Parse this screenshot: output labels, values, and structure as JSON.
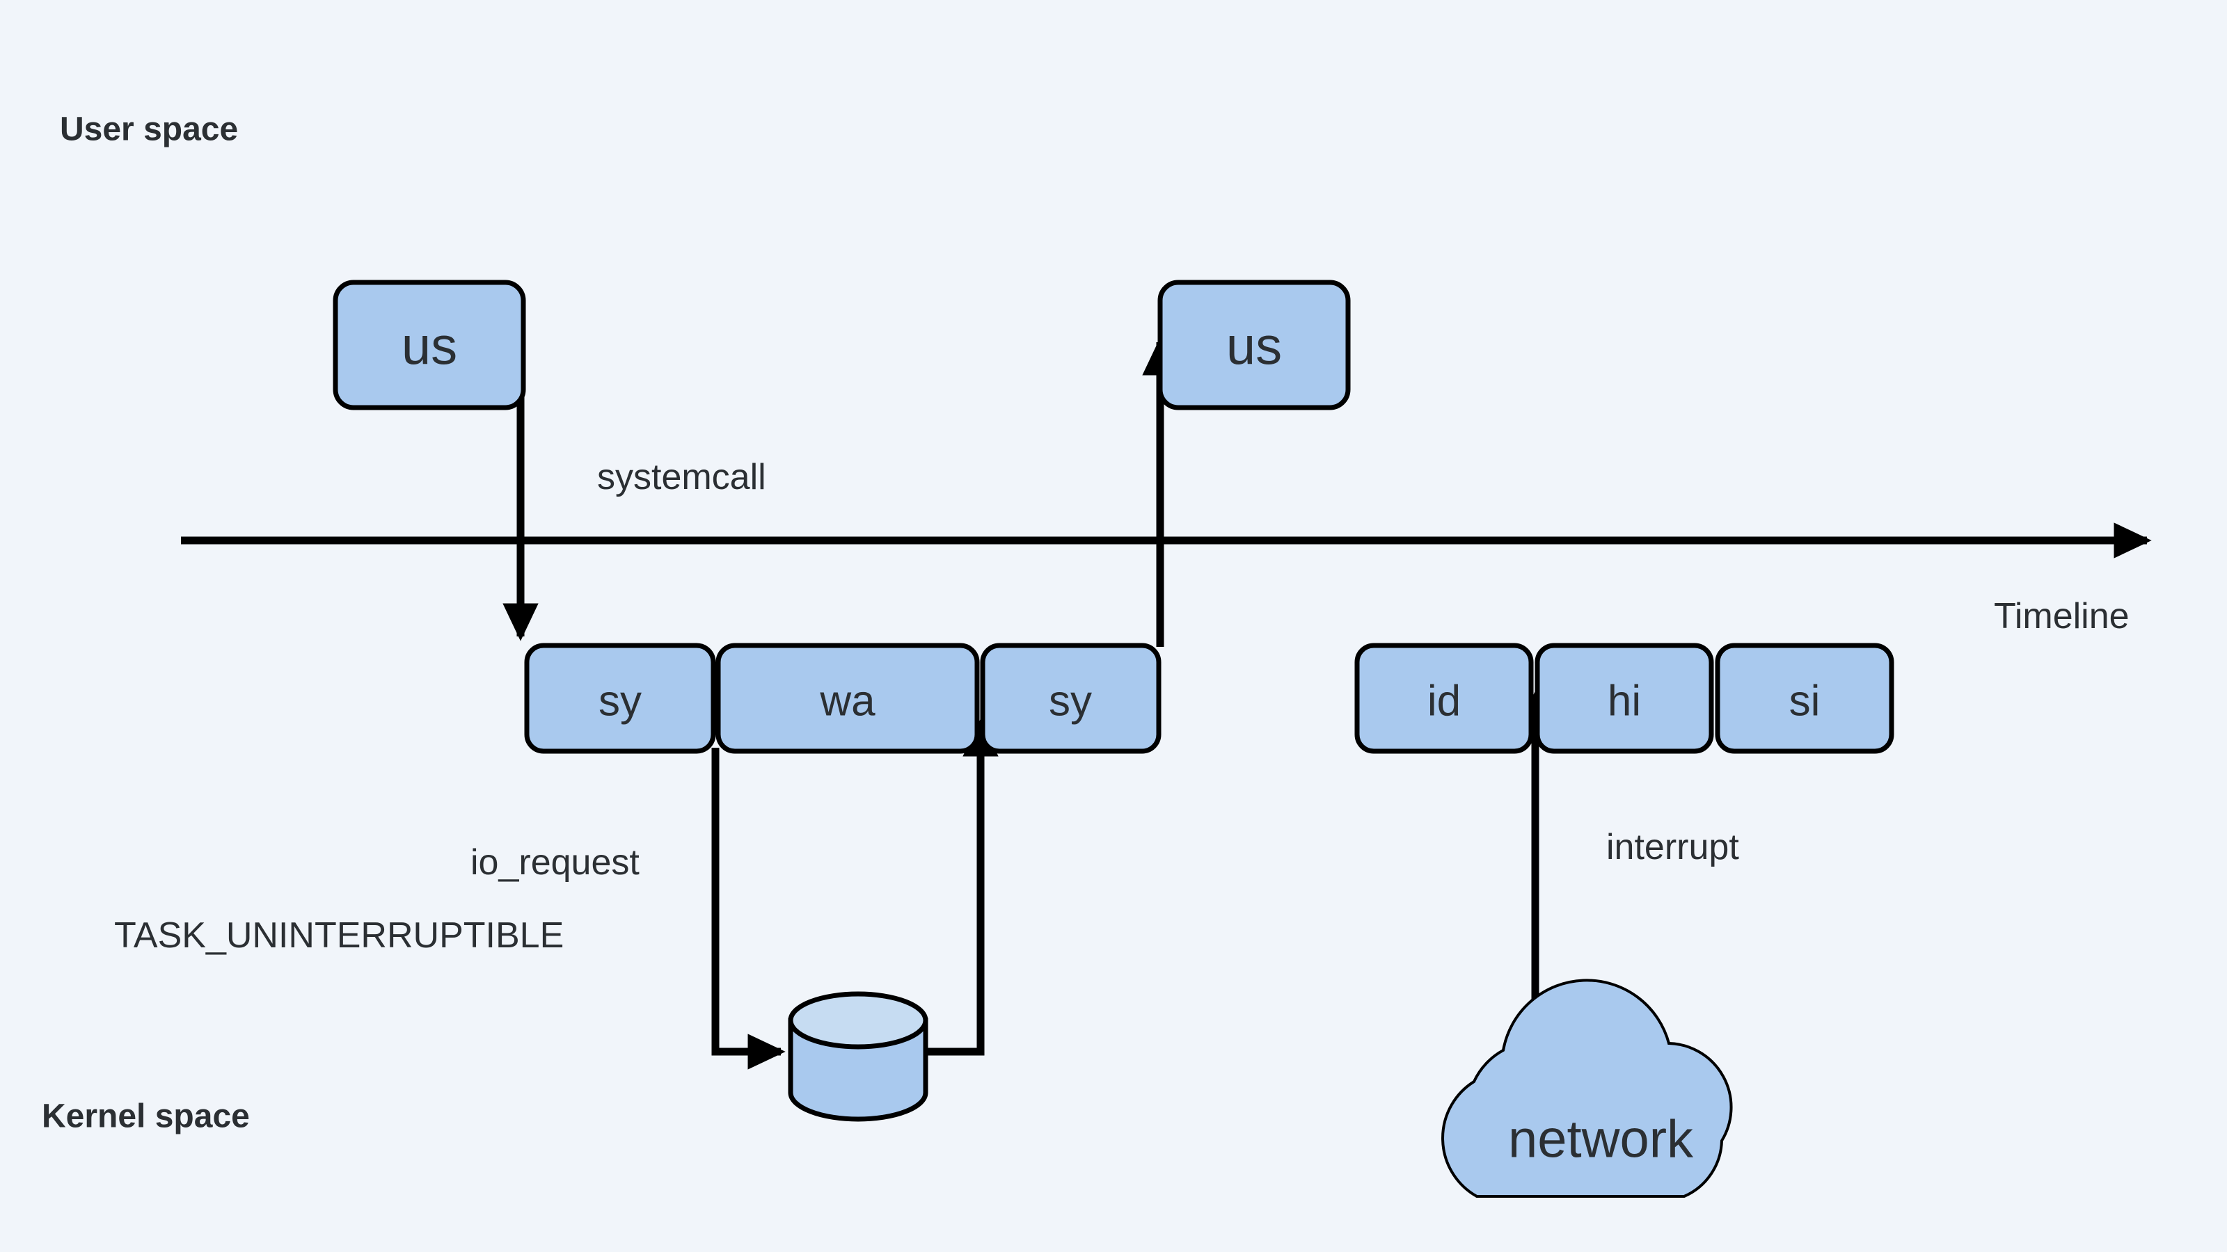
{
  "diagram": {
    "title_regions": {
      "user_space": "User space",
      "kernel_space": "Kernel space"
    },
    "axis": {
      "label": "Timeline"
    },
    "user_nodes": [
      {
        "id": "us-left",
        "label": "us"
      },
      {
        "id": "us-right",
        "label": "us"
      }
    ],
    "kernel_nodes_left": [
      {
        "id": "sy-1",
        "label": "sy"
      },
      {
        "id": "wa",
        "label": "wa"
      },
      {
        "id": "sy-2",
        "label": "sy"
      }
    ],
    "kernel_nodes_right": [
      {
        "id": "id",
        "label": "id"
      },
      {
        "id": "hi",
        "label": "hi"
      },
      {
        "id": "si",
        "label": "si"
      }
    ],
    "external_nodes": [
      {
        "id": "disk",
        "label": "",
        "shape": "cylinder"
      },
      {
        "id": "network",
        "label": "network",
        "shape": "cloud"
      }
    ],
    "edge_labels": {
      "systemcall": "systemcall",
      "io_request": "io_request",
      "task_state": "TASK_UNINTERRUPTIBLE",
      "interrupt": "interrupt"
    },
    "colors": {
      "background": "#f1f5fa",
      "node_fill": "#a9c9ee",
      "cylinder_top_fill": "#c6dcf2",
      "stroke": "#000000",
      "text": "#2b2f33"
    }
  }
}
